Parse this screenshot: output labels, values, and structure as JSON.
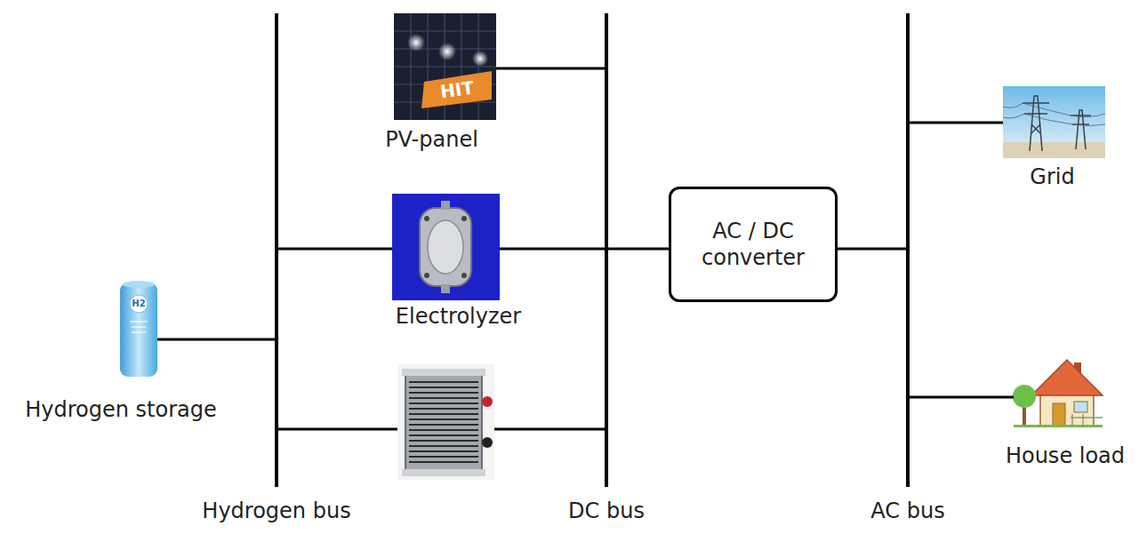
{
  "diagram": {
    "nodes": [
      {
        "text": [
          "Hydrogen storage"
        ]
      },
      {
        "text": [
          "Hydrogen bus"
        ]
      },
      {
        "text": [
          "PV-panel"
        ]
      },
      {
        "text": [
          "Electrolyzer"
        ]
      },
      {
        "text": [
          "DC bus"
        ]
      },
      {
        "text": [
          "AC / DC converter"
        ]
      },
      {
        "text": [
          "AC bus"
        ]
      },
      {
        "text": [
          "Grid"
        ]
      },
      {
        "text": [
          "House load"
        ]
      }
    ],
    "edges": [
      {
        "from": 0,
        "to": 1,
        "arrow": "none"
      },
      {
        "from": 1,
        "to": 3,
        "arrow": "none"
      },
      {
        "from": 2,
        "to": 4,
        "arrow": "none"
      },
      {
        "from": 3,
        "to": 4,
        "arrow": "none"
      },
      {
        "from": 4,
        "to": 5,
        "arrow": "none"
      },
      {
        "from": 5,
        "to": 6,
        "arrow": "none"
      },
      {
        "from": 6,
        "to": 7,
        "arrow": "none"
      },
      {
        "from": 6,
        "to": 8,
        "arrow": "none"
      }
    ],
    "labels": [
      "H2",
      "HIT"
    ]
  }
}
